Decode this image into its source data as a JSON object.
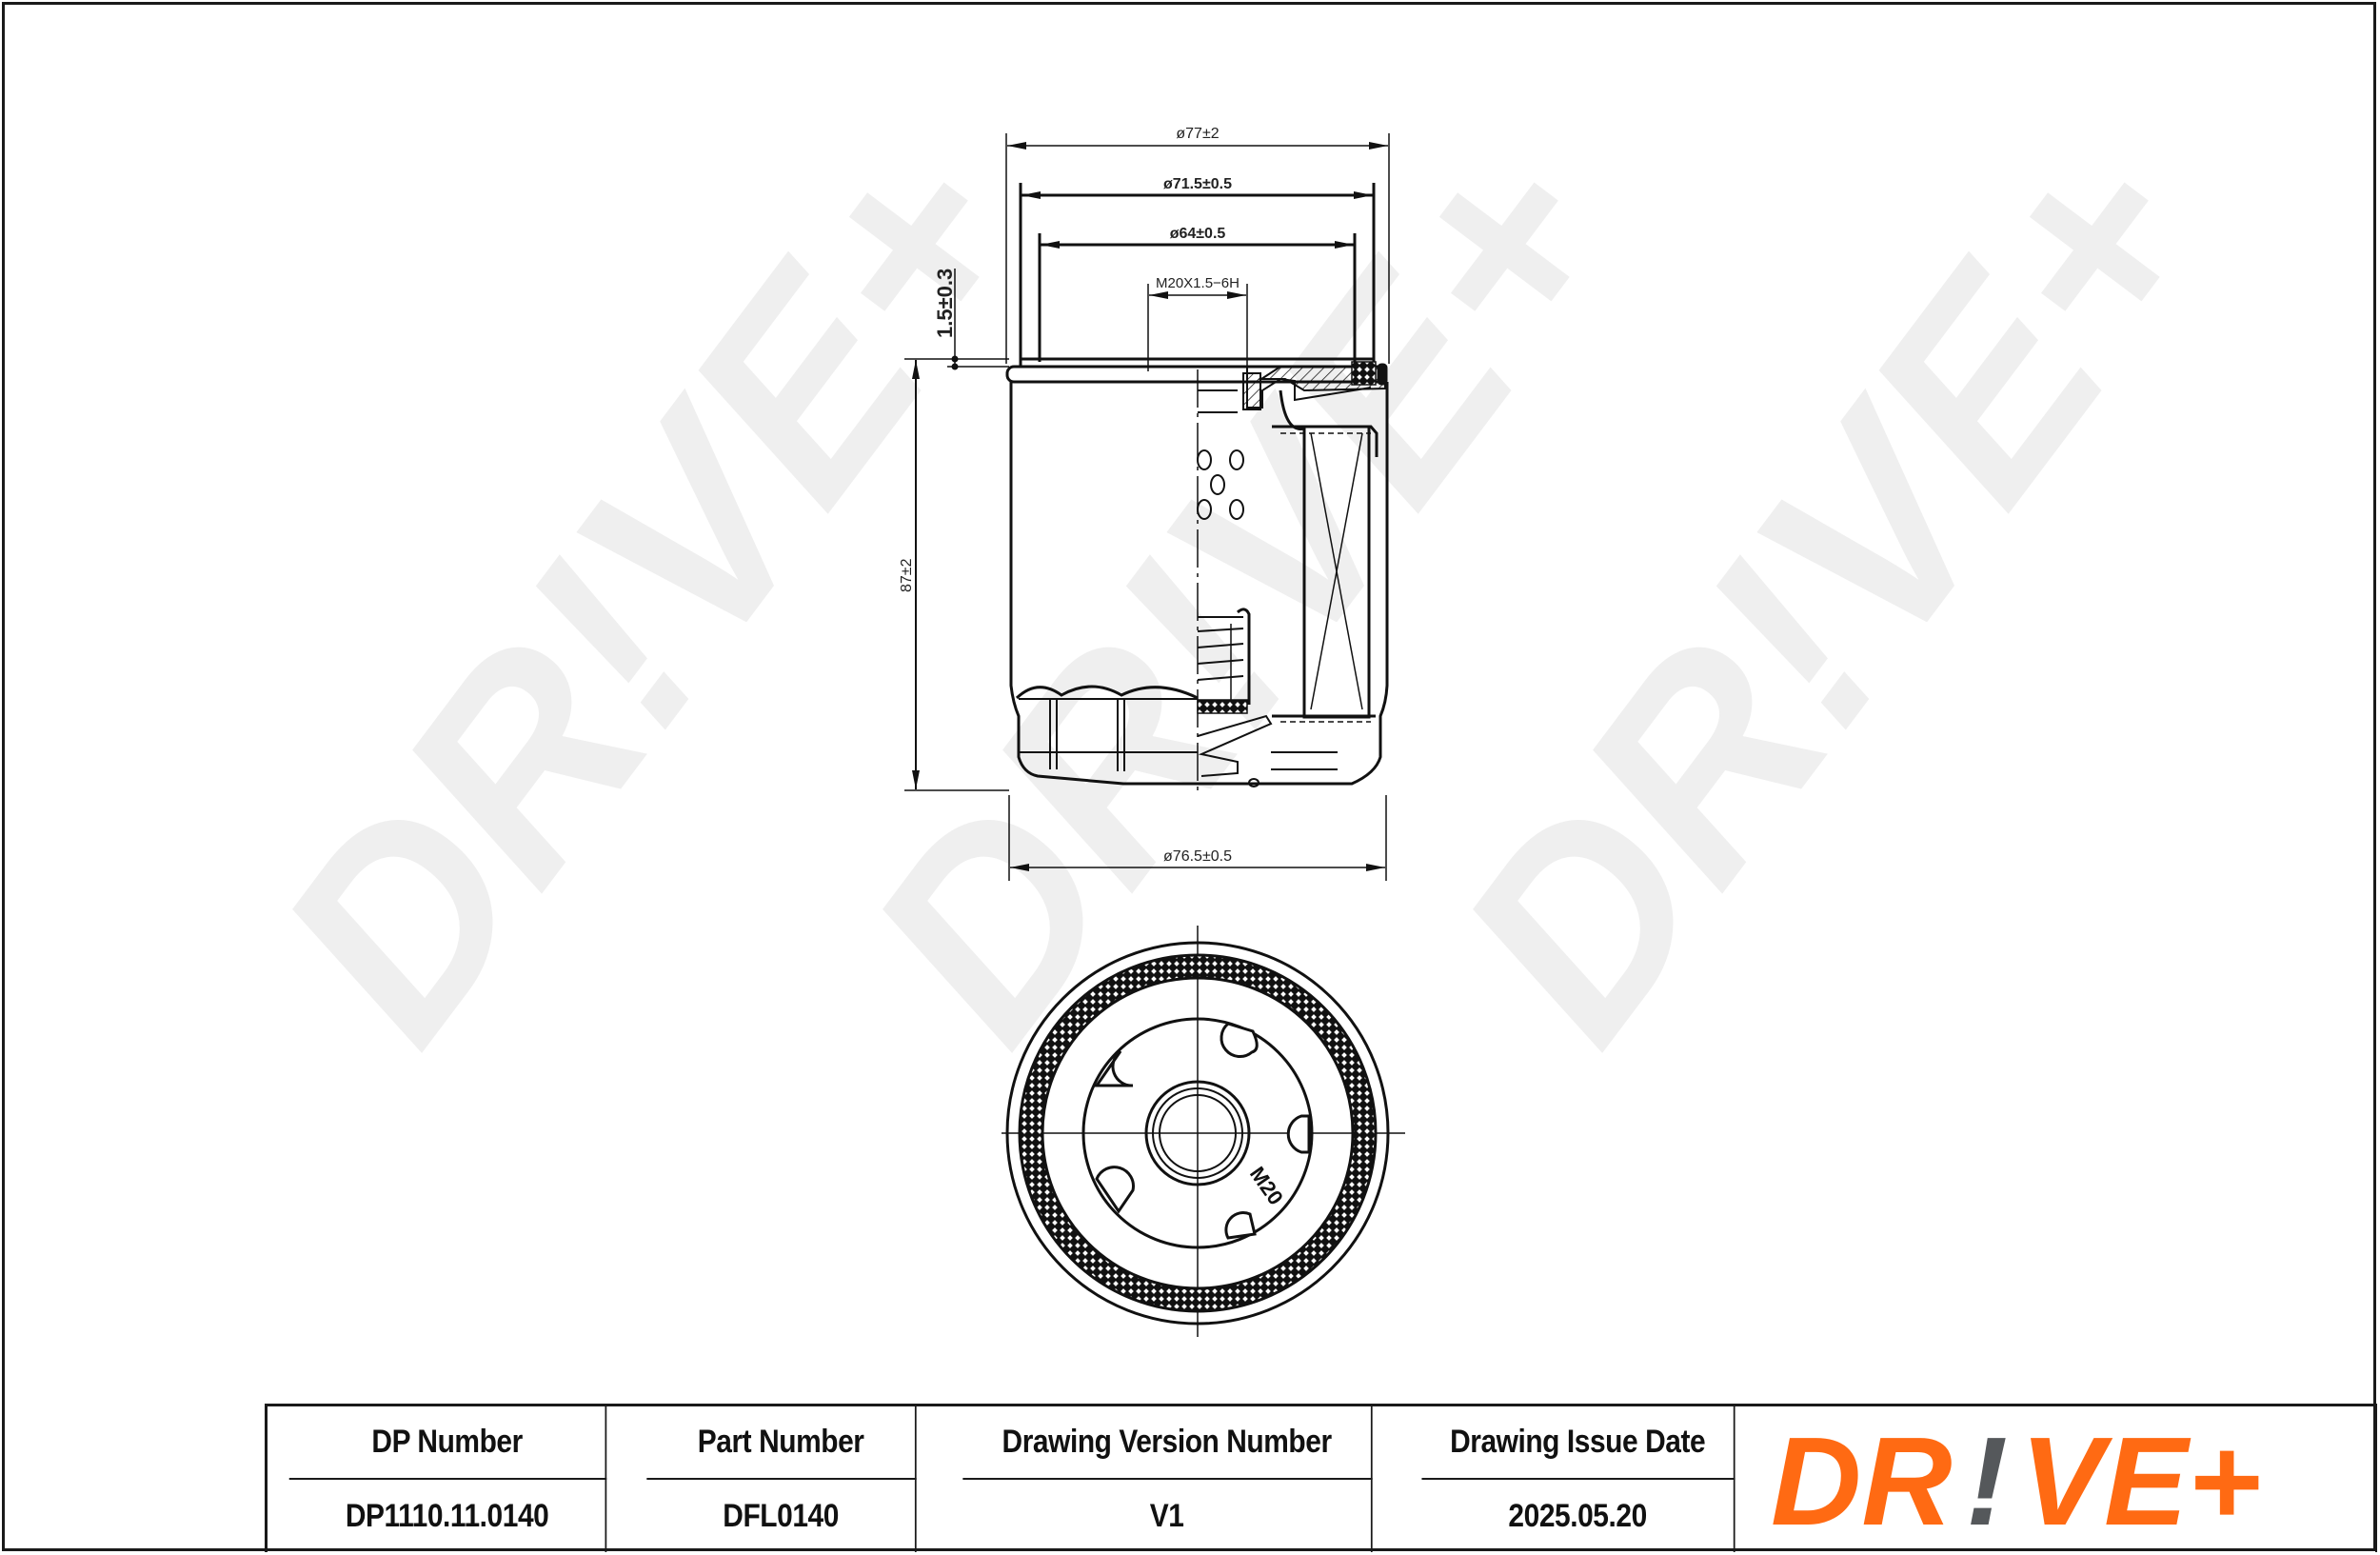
{
  "watermark": {
    "text": "DR!VE+",
    "color": "#f0f0f0",
    "count": 3
  },
  "front_view": {
    "dimensions": {
      "outer_diameter": "ø77±2",
      "gasket_outer_diameter": "ø71.5±0.5",
      "gasket_inner_diameter": "ø64±0.5",
      "thread": "M20X1.5−6H",
      "gasket_height": "1.5±0.3",
      "height": "87±2",
      "body_diameter": "ø76.5±0.5"
    }
  },
  "bottom_view": {
    "thread_label": "M20"
  },
  "title_block": {
    "headers": [
      "DP Number",
      "Part Number",
      "Drawing Version Number",
      "Drawing Issue Date"
    ],
    "values": [
      "DP1110.11.0140",
      "DFL0140",
      "V1",
      "2025.05.20"
    ]
  },
  "logo": {
    "text_left": "DR",
    "text_mark": "!",
    "text_right": "VE+",
    "brand_color": "#ff6a13",
    "mark_color": "#55585b"
  }
}
